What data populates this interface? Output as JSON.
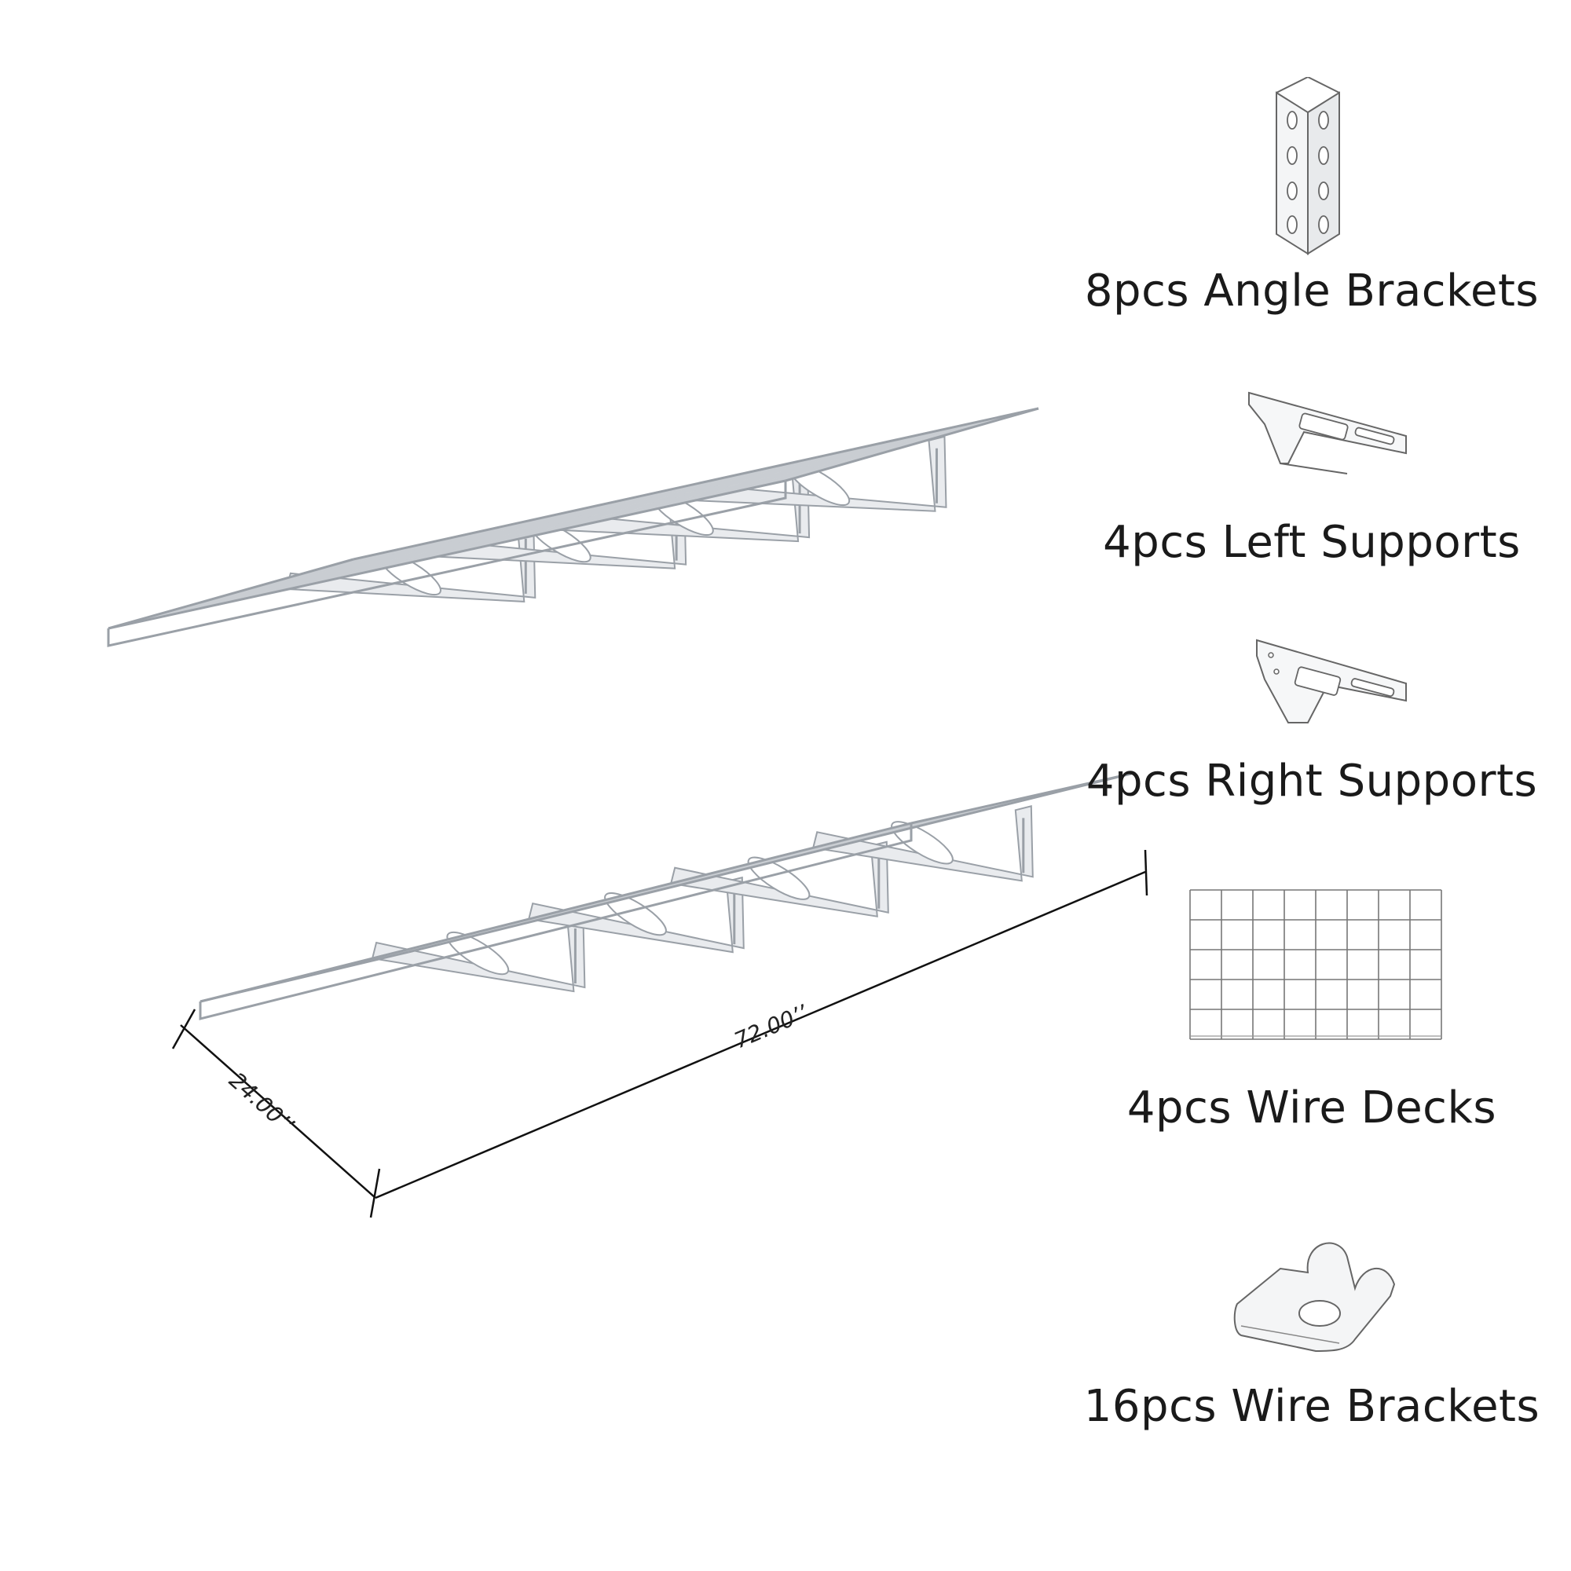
{
  "parts": [
    {
      "count": "8pcs",
      "name": "Angle Brackets",
      "label": "8pcs Angle Brackets",
      "icon": "angle-bracket-icon"
    },
    {
      "count": "4pcs",
      "name": "Left Supports",
      "label": "4pcs Left Supports",
      "icon": "left-support-icon"
    },
    {
      "count": "4pcs",
      "name": "Right Supports",
      "label": "4pcs Right Supports",
      "icon": "right-support-icon"
    },
    {
      "count": "4pcs",
      "name": "Wire Decks",
      "label": "4pcs Wire Decks",
      "icon": "wire-deck-icon"
    },
    {
      "count": "16pcs",
      "name": "Wire Brackets",
      "label": "16pcs Wire Brackets",
      "icon": "wire-bracket-icon"
    }
  ],
  "dimensions": {
    "length": "72.00’’",
    "depth": "24.00’’"
  },
  "colors": {
    "wire": "#c9cdd2",
    "wire_dark": "#9aa0a7",
    "text": "#1a1a1a",
    "line": "#111111"
  }
}
